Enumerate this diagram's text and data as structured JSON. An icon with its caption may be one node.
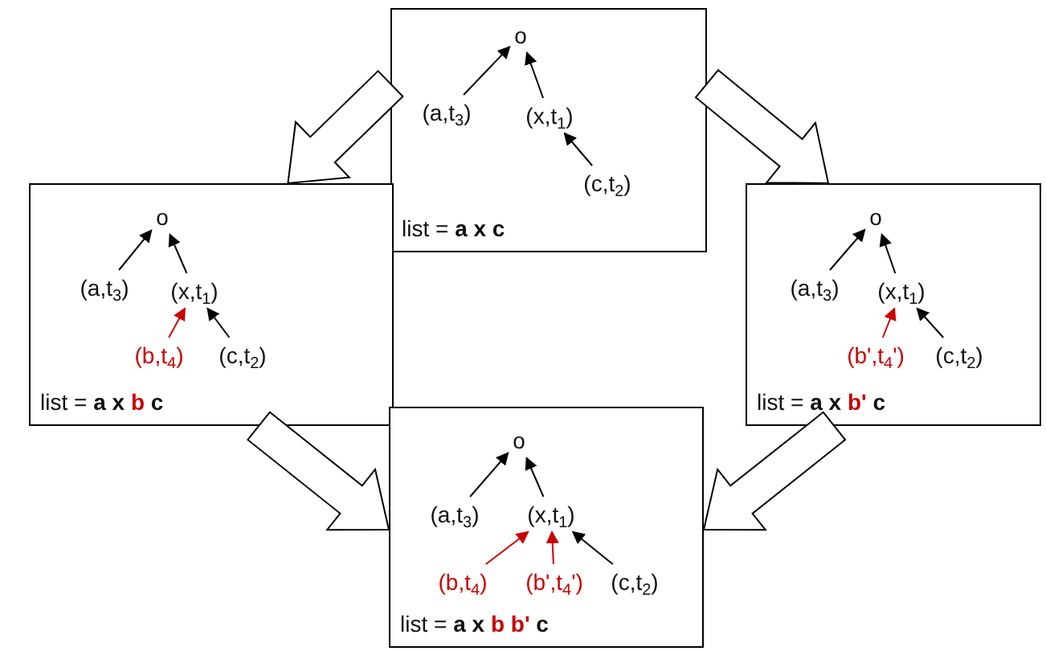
{
  "diagram": {
    "nodes": [
      {
        "text": [
          "list = **a x c**"
        ]
      },
      {
        "text": [
          "list = **a x** **b** **c**"
        ]
      },
      {
        "text": [
          "list = **a x** **b'** **c**"
        ]
      },
      {
        "text": [
          "list = **a x** **b** **b'** **c**"
        ]
      },
      {
        "text": [
          "o"
        ],
        "in": 0
      },
      {
        "text": [
          "(a,t$_{3}$)"
        ],
        "in": 0
      },
      {
        "text": [
          "(x,t$_{1}$)"
        ],
        "in": 0
      },
      {
        "text": [
          "(c,t$_{2}$)"
        ],
        "in": 0
      },
      {
        "text": [
          "o"
        ],
        "in": 1
      },
      {
        "text": [
          "(a,t$_{3}$)"
        ],
        "in": 1
      },
      {
        "text": [
          "(x,t$_{1}$)"
        ],
        "in": 1
      },
      {
        "text": [
          "(b,t$_{4}$)"
        ],
        "in": 1
      },
      {
        "text": [
          "(c,t$_{2}$)"
        ],
        "in": 1
      },
      {
        "text": [
          "o"
        ],
        "in": 2
      },
      {
        "text": [
          "(a,t$_{3}$)"
        ],
        "in": 2
      },
      {
        "text": [
          "(x,t$_{1}$)"
        ],
        "in": 2
      },
      {
        "text": [
          "(b',t$_{4}$')"
        ],
        "in": 2
      },
      {
        "text": [
          "(c,t$_{2}$)"
        ],
        "in": 2
      },
      {
        "text": [
          "o"
        ],
        "in": 3
      },
      {
        "text": [
          "(a,t$_{3}$)"
        ],
        "in": 3
      },
      {
        "text": [
          "(x,t$_{1}$)"
        ],
        "in": 3
      },
      {
        "text": [
          "(b,t$_{4}$)"
        ],
        "in": 3
      },
      {
        "text": [
          "(b',t$_{4}$')"
        ],
        "in": 3
      },
      {
        "text": [
          "(c,t$_{2}$)"
        ],
        "in": 3
      }
    ],
    "edges": [
      {
        "from": 0,
        "to": 1,
        "arrow": "to",
        "style": "thick"
      },
      {
        "from": 0,
        "to": 2,
        "arrow": "to",
        "style": "thick"
      },
      {
        "from": 1,
        "to": 3,
        "arrow": "to",
        "style": "thick"
      },
      {
        "from": 2,
        "to": 3,
        "arrow": "to",
        "style": "thick"
      },
      {
        "from": 5,
        "to": 4,
        "arrow": "to"
      },
      {
        "from": 6,
        "to": 4,
        "arrow": "to"
      },
      {
        "from": 7,
        "to": 6,
        "arrow": "to"
      },
      {
        "from": 9,
        "to": 8,
        "arrow": "to"
      },
      {
        "from": 10,
        "to": 8,
        "arrow": "to"
      },
      {
        "from": 11,
        "to": 10,
        "arrow": "to",
        "color": "#cc0000"
      },
      {
        "from": 12,
        "to": 10,
        "arrow": "to"
      },
      {
        "from": 14,
        "to": 13,
        "arrow": "to"
      },
      {
        "from": 15,
        "to": 13,
        "arrow": "to"
      },
      {
        "from": 16,
        "to": 15,
        "arrow": "to",
        "color": "#cc0000"
      },
      {
        "from": 17,
        "to": 15,
        "arrow": "to"
      },
      {
        "from": 19,
        "to": 18,
        "arrow": "to"
      },
      {
        "from": 20,
        "to": 18,
        "arrow": "to"
      },
      {
        "from": 21,
        "to": 20,
        "arrow": "to",
        "color": "#cc0000"
      },
      {
        "from": 22,
        "to": 20,
        "arrow": "to",
        "color": "#cc0000"
      },
      {
        "from": 23,
        "to": 20,
        "arrow": "to"
      }
    ]
  }
}
